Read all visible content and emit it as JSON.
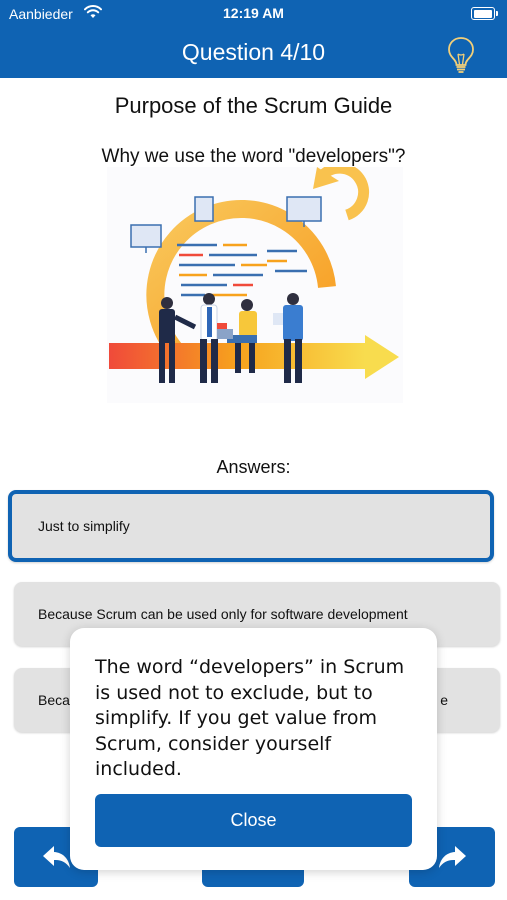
{
  "status_bar": {
    "carrier": "Aanbieder",
    "time": "12:19 AM"
  },
  "nav": {
    "title": "Question 4/10",
    "hint_icon": "lightbulb-icon"
  },
  "quiz": {
    "topic": "Purpose of the Scrum Guide",
    "question": "Why we use the word \"developers\"?",
    "answers_label": "Answers:",
    "answers": [
      {
        "text": "Just to simplify",
        "selected": true
      },
      {
        "text": "Because Scrum can be used only for software development",
        "selected": false
      },
      {
        "text_left": "Beca",
        "text_right": "e",
        "selected": false
      }
    ]
  },
  "bottom_nav": {
    "back_icon": "reply-arrow-icon",
    "forward_icon": "forward-arrow-icon"
  },
  "popup": {
    "message": "The word “developers” in Scrum is used not to exclude, but to simplify. If you get value from Scrum, consider yourself included.",
    "close_label": "Close"
  },
  "colors": {
    "primary": "#0f63b3",
    "answer_bg": "#e2e2e2",
    "illustration_orange": "#f8a51c",
    "illustration_yellow": "#f7d54a"
  }
}
